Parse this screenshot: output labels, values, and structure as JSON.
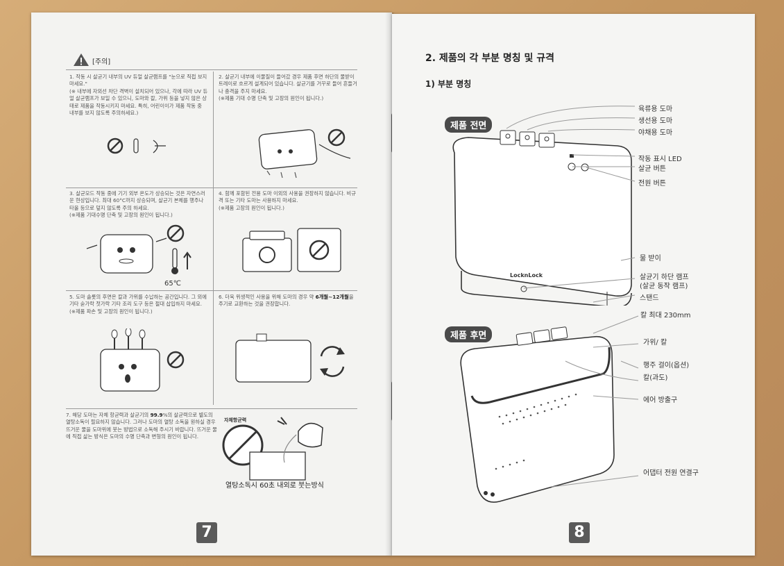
{
  "left": {
    "warning_title": "[주의]",
    "note1": "1. 작동 시 살균기 내부의 UV 듀얼 살균램프를 \"눈으로 직접 보지 마세요.\"",
    "note1_detail": "(※ 내부에 자외선 차단 격벽이 설치되어 있으나, 각에 따라 UV 듀얼 살균램프가 보일 수 있으니, 도마와 칼, 가위 등을 넣지 않은 상태로 제품을 작동시키지 마세요. 특히, 어린이이가 제품 작동 중 내부를 보지 않도록 주의하세요.)",
    "note2": "2. 살균기 내부에 이물질이 들어갔 경우 제품 후면 하단의 물받이 트레이로 흐르게 설계되어 있습니다. 살균기를 거꾸로 들어 흔들거나 충격을 주지 마세요.",
    "note2_detail": "(※제품 기대 수명 단축 및 고장의 원인이 됩니다.)",
    "note3": "3. 살균모드 작동 중에 기기 외부 온도가 상승되는 것은 자연스러운 현상입니다. 최대 60°C까지 상승되며, 살균기 본체를 행주나 타올 등으로 덮지 않도록 주의 하세요.",
    "note3_detail": "(※제품 기대수명 단축 및 고장의 원인이 됩니다.)",
    "temp_label": "65℃",
    "note4": "4. 함께 포함된 전용 도마 이외의 사용을 권장하지 않습니다. 비규격 또는 기타 도마는 사용하지 마세요.",
    "note4_detail": "(※제품 고장의 원인이 됩니다.)",
    "note5": "5. 도마 솔롯의 후면은 칼과 가위를 수납하는 공간입니다. 그 외에 기타 숟가락 젓가락 기타 조리 도구 등은 절대 삽입하지 마세요.",
    "note5_detail": "(※제품 파손 및 고장의 원인이 됩니다.)",
    "note6_a": "6. 더욱 위생적인 사용을 위해 도마의 경우 약 ",
    "note6_b": "6개월~12개월",
    "note6_c": "을 주기로 교환하는 것을 권장합니다.",
    "note7_a": "7. 해당 도마는 자체 항균력과 살균기의 ",
    "note7_b": "99.9",
    "note7_c": "%의 살균력으로 별도의 열탕소독이 필요하지 않습니다. 그러나 도마의 열탕 소독을 원하실 경우 뜨거운 물을 도마위에 붓는 방법으로 소독해 주시기 바랍니다. 뜨거운 물에 직접 삶는 방식은 도마의 수명 단축과 변형의 원인이 됩니다.",
    "badge_text": "자체항균력",
    "caption7": "열탕소독시 60초 내외로 붓는방식",
    "page_number": "7"
  },
  "right": {
    "section_title": "2. 제품의 각 부분 명칭 및 규격",
    "sub_title": "1) 부분 명칭",
    "front_tag": "제품 전면",
    "back_tag": "제품 후면",
    "brand": "LocknLock",
    "labels": {
      "meat": "육류용 도마",
      "fish": "생선용 도마",
      "veg": "야채용 도마",
      "led": "작동 표시 LED",
      "steril": "살균 버튼",
      "power": "전원 버튼",
      "tray": "물 받이",
      "lamp": "살균기 하단 램프",
      "lamp2": "(살균 동작 램프)",
      "stand": "스탠드",
      "knife_max": "칼 최대 230mm",
      "scissors": "가위/ 칼",
      "towel": "행주 걸이(옵션)",
      "knife_fruit": "칼(과도)",
      "vent": "에어 방출구",
      "adapter": "어댑터 전원 연결구"
    },
    "page_number": "8"
  }
}
